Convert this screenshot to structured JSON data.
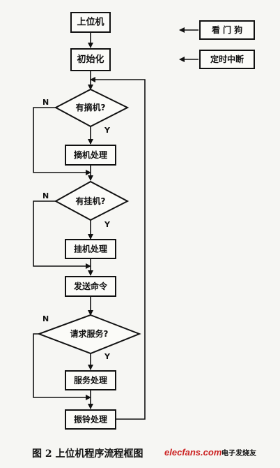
{
  "diagram": {
    "nodes": {
      "host": "上位机",
      "init": "初始化",
      "offhook_q": "有摘机?",
      "offhook_proc": "摘机处理",
      "onhook_q": "有挂机?",
      "onhook_proc": "挂机处理",
      "send_cmd": "发送命令",
      "service_q": "请求服务?",
      "service_proc": "服务处理",
      "ring_proc": "振铃处理"
    },
    "side": {
      "watchdog": "看 门 狗",
      "timer_int": "定时中断"
    },
    "branch": {
      "no": "N",
      "yes": "Y"
    }
  },
  "caption": "图 2 上位机程序流程框图",
  "watermark": {
    "site": "elecfans.com",
    "site_cn": "电子发烧友"
  },
  "colors": {
    "ink": "#111111",
    "paper": "#f6f6f3",
    "watermark": "#cc2222"
  }
}
